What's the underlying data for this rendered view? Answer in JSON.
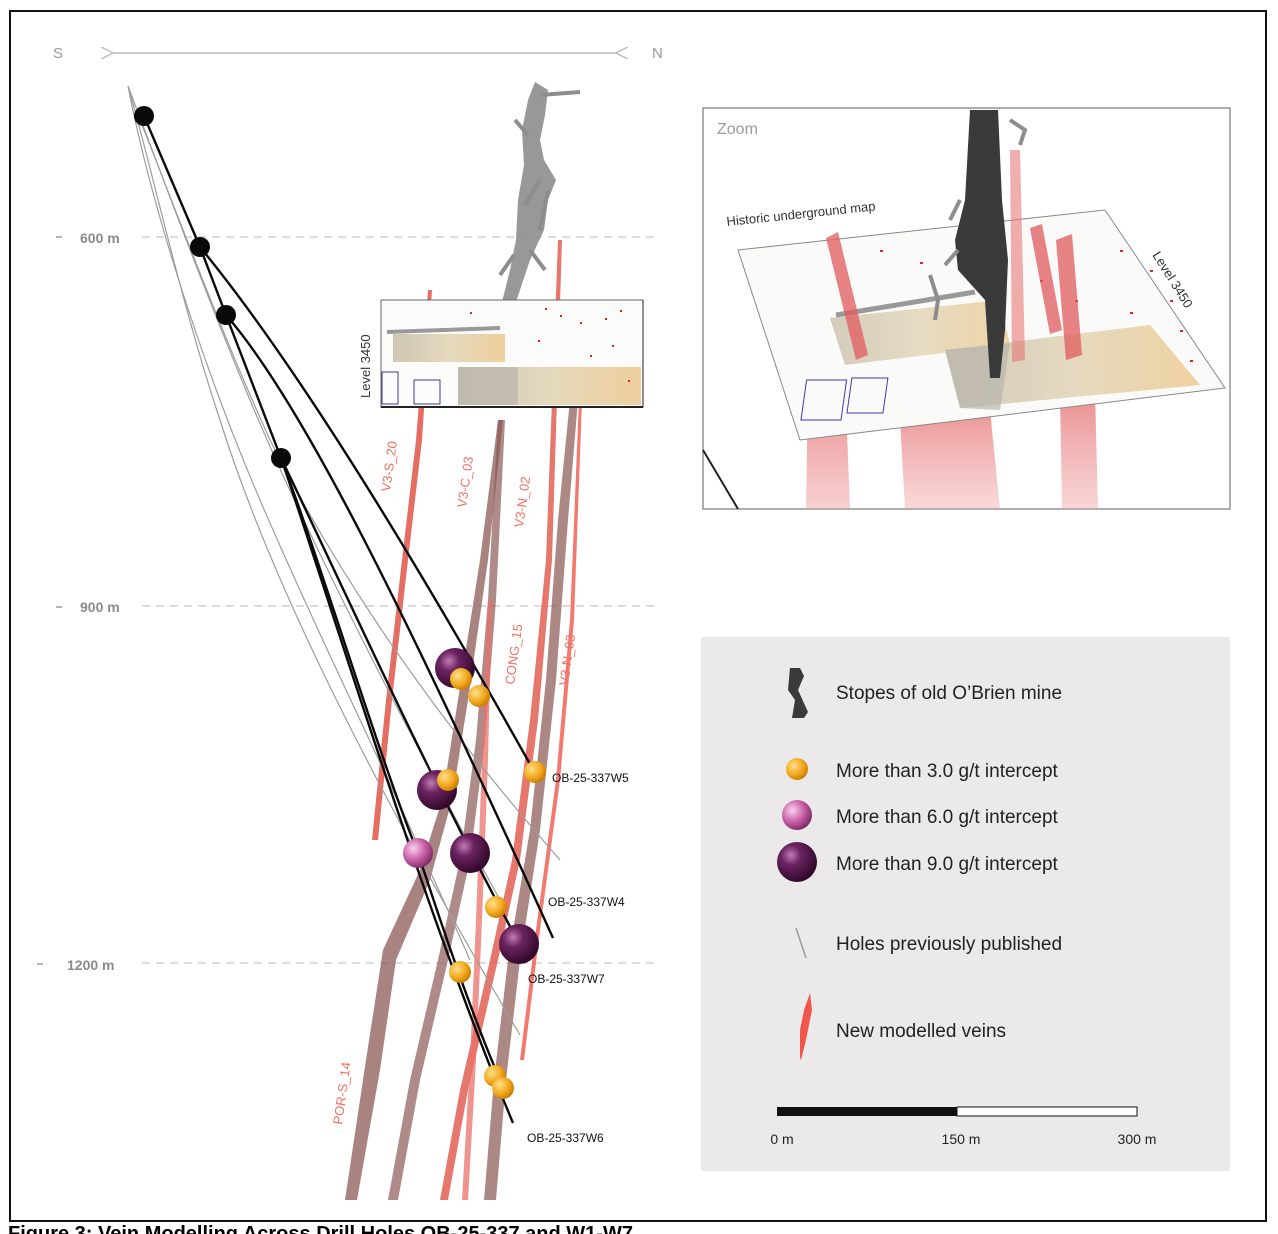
{
  "compass": {
    "south": "S",
    "north": "N"
  },
  "depth_labels": [
    {
      "text": "600 m"
    },
    {
      "text": "900 m"
    },
    {
      "text": "1200 m"
    }
  ],
  "veins": [
    {
      "label": "V3-S_20"
    },
    {
      "label": "V3-C_03"
    },
    {
      "label": "V3-N_02"
    },
    {
      "label": "CONG_15"
    },
    {
      "label": "V3-N_03"
    },
    {
      "label": "POR-S_14"
    }
  ],
  "holes": [
    {
      "label": "OB-25-337W5"
    },
    {
      "label": "OB-25-337W4"
    },
    {
      "label": "OB-25-337W7"
    },
    {
      "label": "OB-25-337W6"
    }
  ],
  "level_label": "Level 3450",
  "zoom": {
    "title": "Zoom",
    "map_label": "Historic underground map",
    "level_label": "Level 3450"
  },
  "legend": {
    "items": [
      {
        "label": "Stopes of old O’Brien mine",
        "icon": "stope-icon"
      },
      {
        "label": "More than 3.0 g/t intercept",
        "icon": "gold-sphere-icon"
      },
      {
        "label": "More than 6.0 g/t intercept",
        "icon": "pink-sphere-icon"
      },
      {
        "label": "More than 9.0 g/t intercept",
        "icon": "purple-sphere-icon"
      },
      {
        "label": "Holes previously published",
        "icon": "grey-line-icon"
      },
      {
        "label": "New modelled veins",
        "icon": "red-vein-icon"
      }
    ],
    "scale": {
      "labels": [
        "0 m",
        "150 m",
        "300 m"
      ]
    }
  },
  "colors": {
    "gold": "#f2a81d",
    "pink": "#c85fa6",
    "purple": "#5e1a52",
    "vein": "#f0574a",
    "vein_brown": "#8b5a55",
    "legend_bg": "#ebe9ea"
  },
  "caption": "Figure 3: Vein Modelling Across Drill Holes OB-25-337 and W1-W7"
}
